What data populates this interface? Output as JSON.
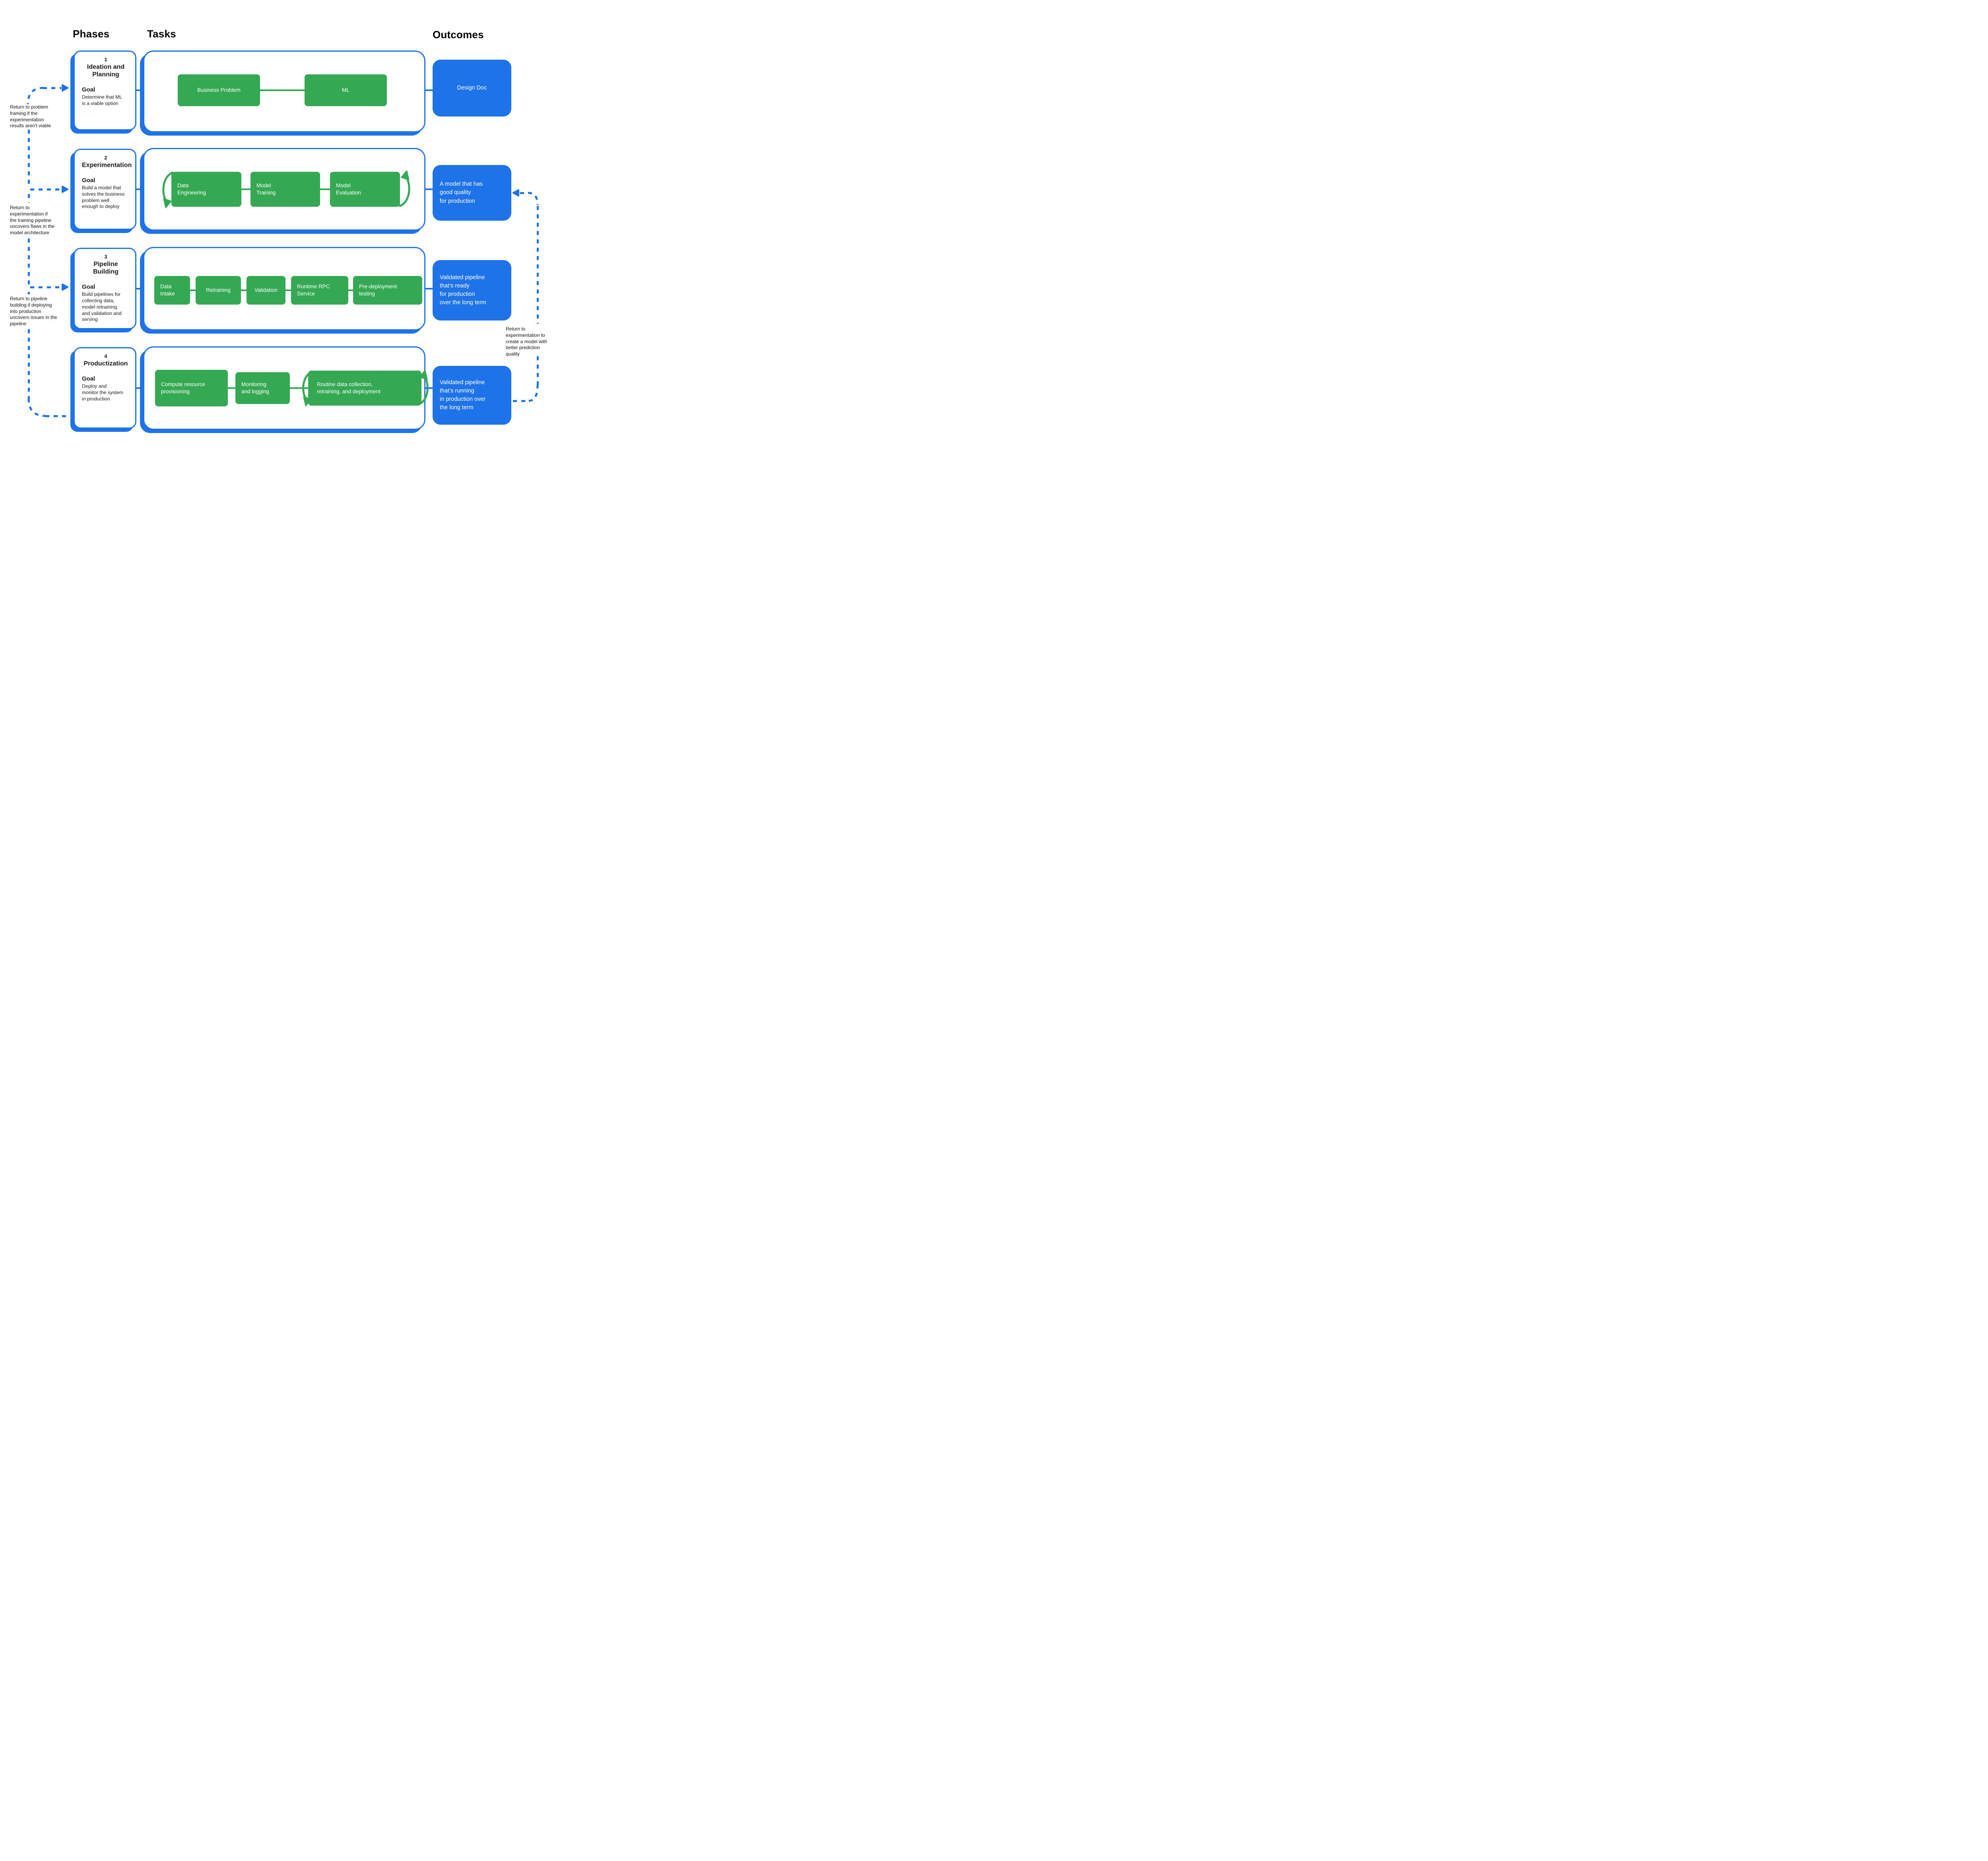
{
  "colors": {
    "accent_blue": "#1f73e8",
    "accent_green": "#34a853",
    "text_black": "#1a1a1a",
    "card_background": "#ffffff"
  },
  "headers": {
    "phases": "Phases",
    "tasks": "Tasks",
    "outcomes": "Outcomes"
  },
  "phases": [
    {
      "number": "1",
      "title": "Ideation and\nPlanning",
      "goal_label": "Goal",
      "goal_text": "Determine that ML\nis a viable option"
    },
    {
      "number": "2",
      "title": "Experimentation",
      "goal_label": "Goal",
      "goal_text": "Build a model that\nsolves the business\nproblem well\nenough to deploy"
    },
    {
      "number": "3",
      "title": "Pipeline Building",
      "goal_label": "Goal",
      "goal_text": "Build pipelines for\ncollecting data,\nmodel retraining\nand validation and\nserving"
    },
    {
      "number": "4",
      "title": "Productization",
      "goal_label": "Goal",
      "goal_text": "Deploy and\nmonitor the system\nin production"
    }
  ],
  "task_rows": {
    "row1": {
      "items": [
        "Business Problem",
        "ML"
      ]
    },
    "row2": {
      "items": [
        "Data\nEngineering",
        "Model\nTraining",
        "Model\nEvaluation"
      ]
    },
    "row3": {
      "items": [
        "Data\nIntake",
        "Retraining",
        "Validation",
        "Runtime RPC\nService",
        "Pre-deployment\ntesting"
      ]
    },
    "row4": {
      "items": [
        "Compute resource\nprovisioning",
        "Monitoring\nand logging",
        "Routine data collection,\nretraining, and deployment"
      ]
    }
  },
  "outcomes": [
    "Design Doc",
    "A model that has\ngood quality\nfor production",
    "Validated pipeline\nthat’s ready\nfor production\nover the long term",
    "Validated pipeline\nthat’s running\nin production over\nthe long term"
  ],
  "annotations": {
    "left_top": "Return to problem\nframing if the\nexperimentation\nresults aren’t viable",
    "left_middle": "Return to\nexperimentation if\nthe training pipeline\nuncovers flaws in the\nmodel architecture",
    "left_bottom": "Return to pipeline\nbuilding if deploying\ninto production\nuncovers issues in the\npipeline",
    "right": "Return to\nexperimentation to\ncreate a model with\nbetter prediction\nquality"
  }
}
